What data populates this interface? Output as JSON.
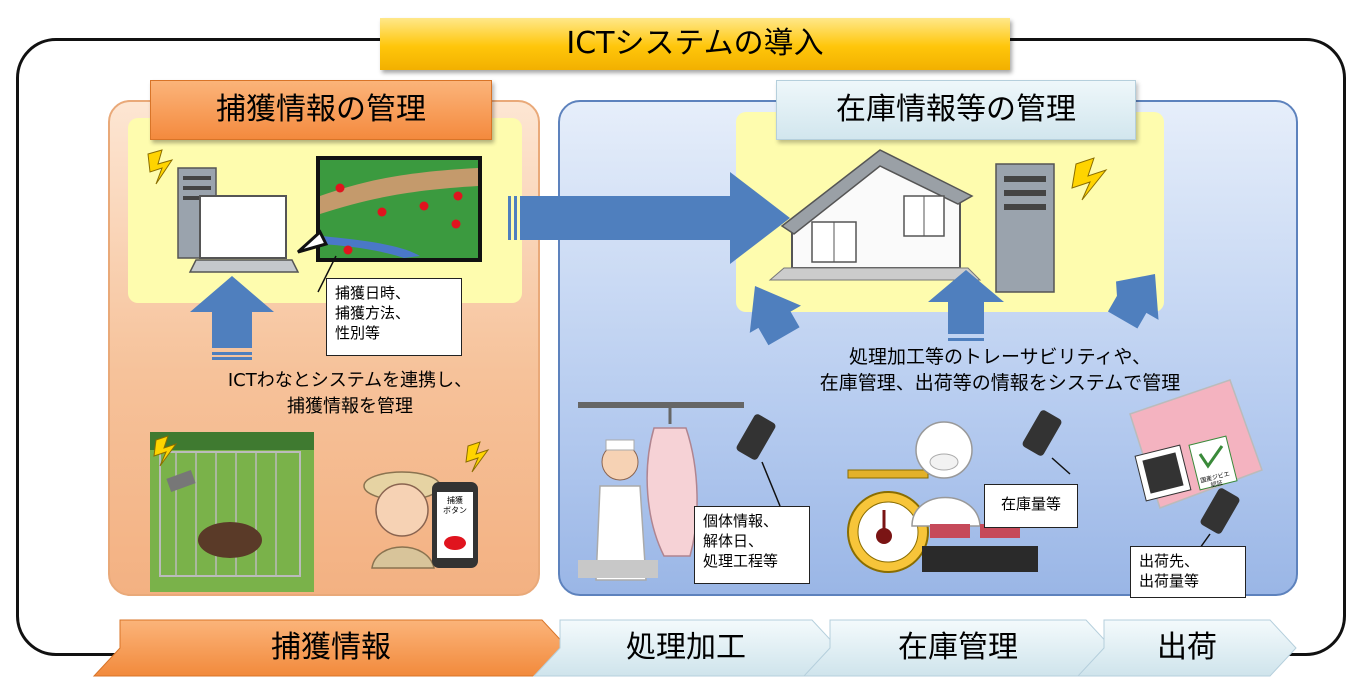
{
  "title": "ICTシステムの導入",
  "capture": {
    "title": "捕獲情報の管理",
    "label_lines": [
      "捕獲日時、",
      "捕獲方法、",
      "性別等"
    ],
    "caption_lines": [
      "ICTわなとシステムを連携し、",
      "捕獲情報を管理"
    ],
    "phone_button_lines": [
      "捕獲",
      "ボタン"
    ]
  },
  "stock": {
    "title": "在庫情報等の管理",
    "caption_lines": [
      "処理加工等のトレーサビリティや、",
      "在庫管理、出荷等の情報をシステムで管理"
    ],
    "individual_lines": [
      "個体情報、",
      "解体日、",
      "処理工程等"
    ],
    "inventory_label": "在庫量等",
    "shipping_lines": [
      "出荷先、",
      "出荷量等"
    ],
    "seal_lines": [
      "国産ジビエ",
      "認証"
    ]
  },
  "flow": [
    "捕獲情報",
    "処理加工",
    "在庫管理",
    "出荷"
  ],
  "colors": {
    "banner": "#ffc60a",
    "orange": "#f48a3e",
    "blue_arrow": "#4f7fbe",
    "yellow": "#fefcae"
  }
}
